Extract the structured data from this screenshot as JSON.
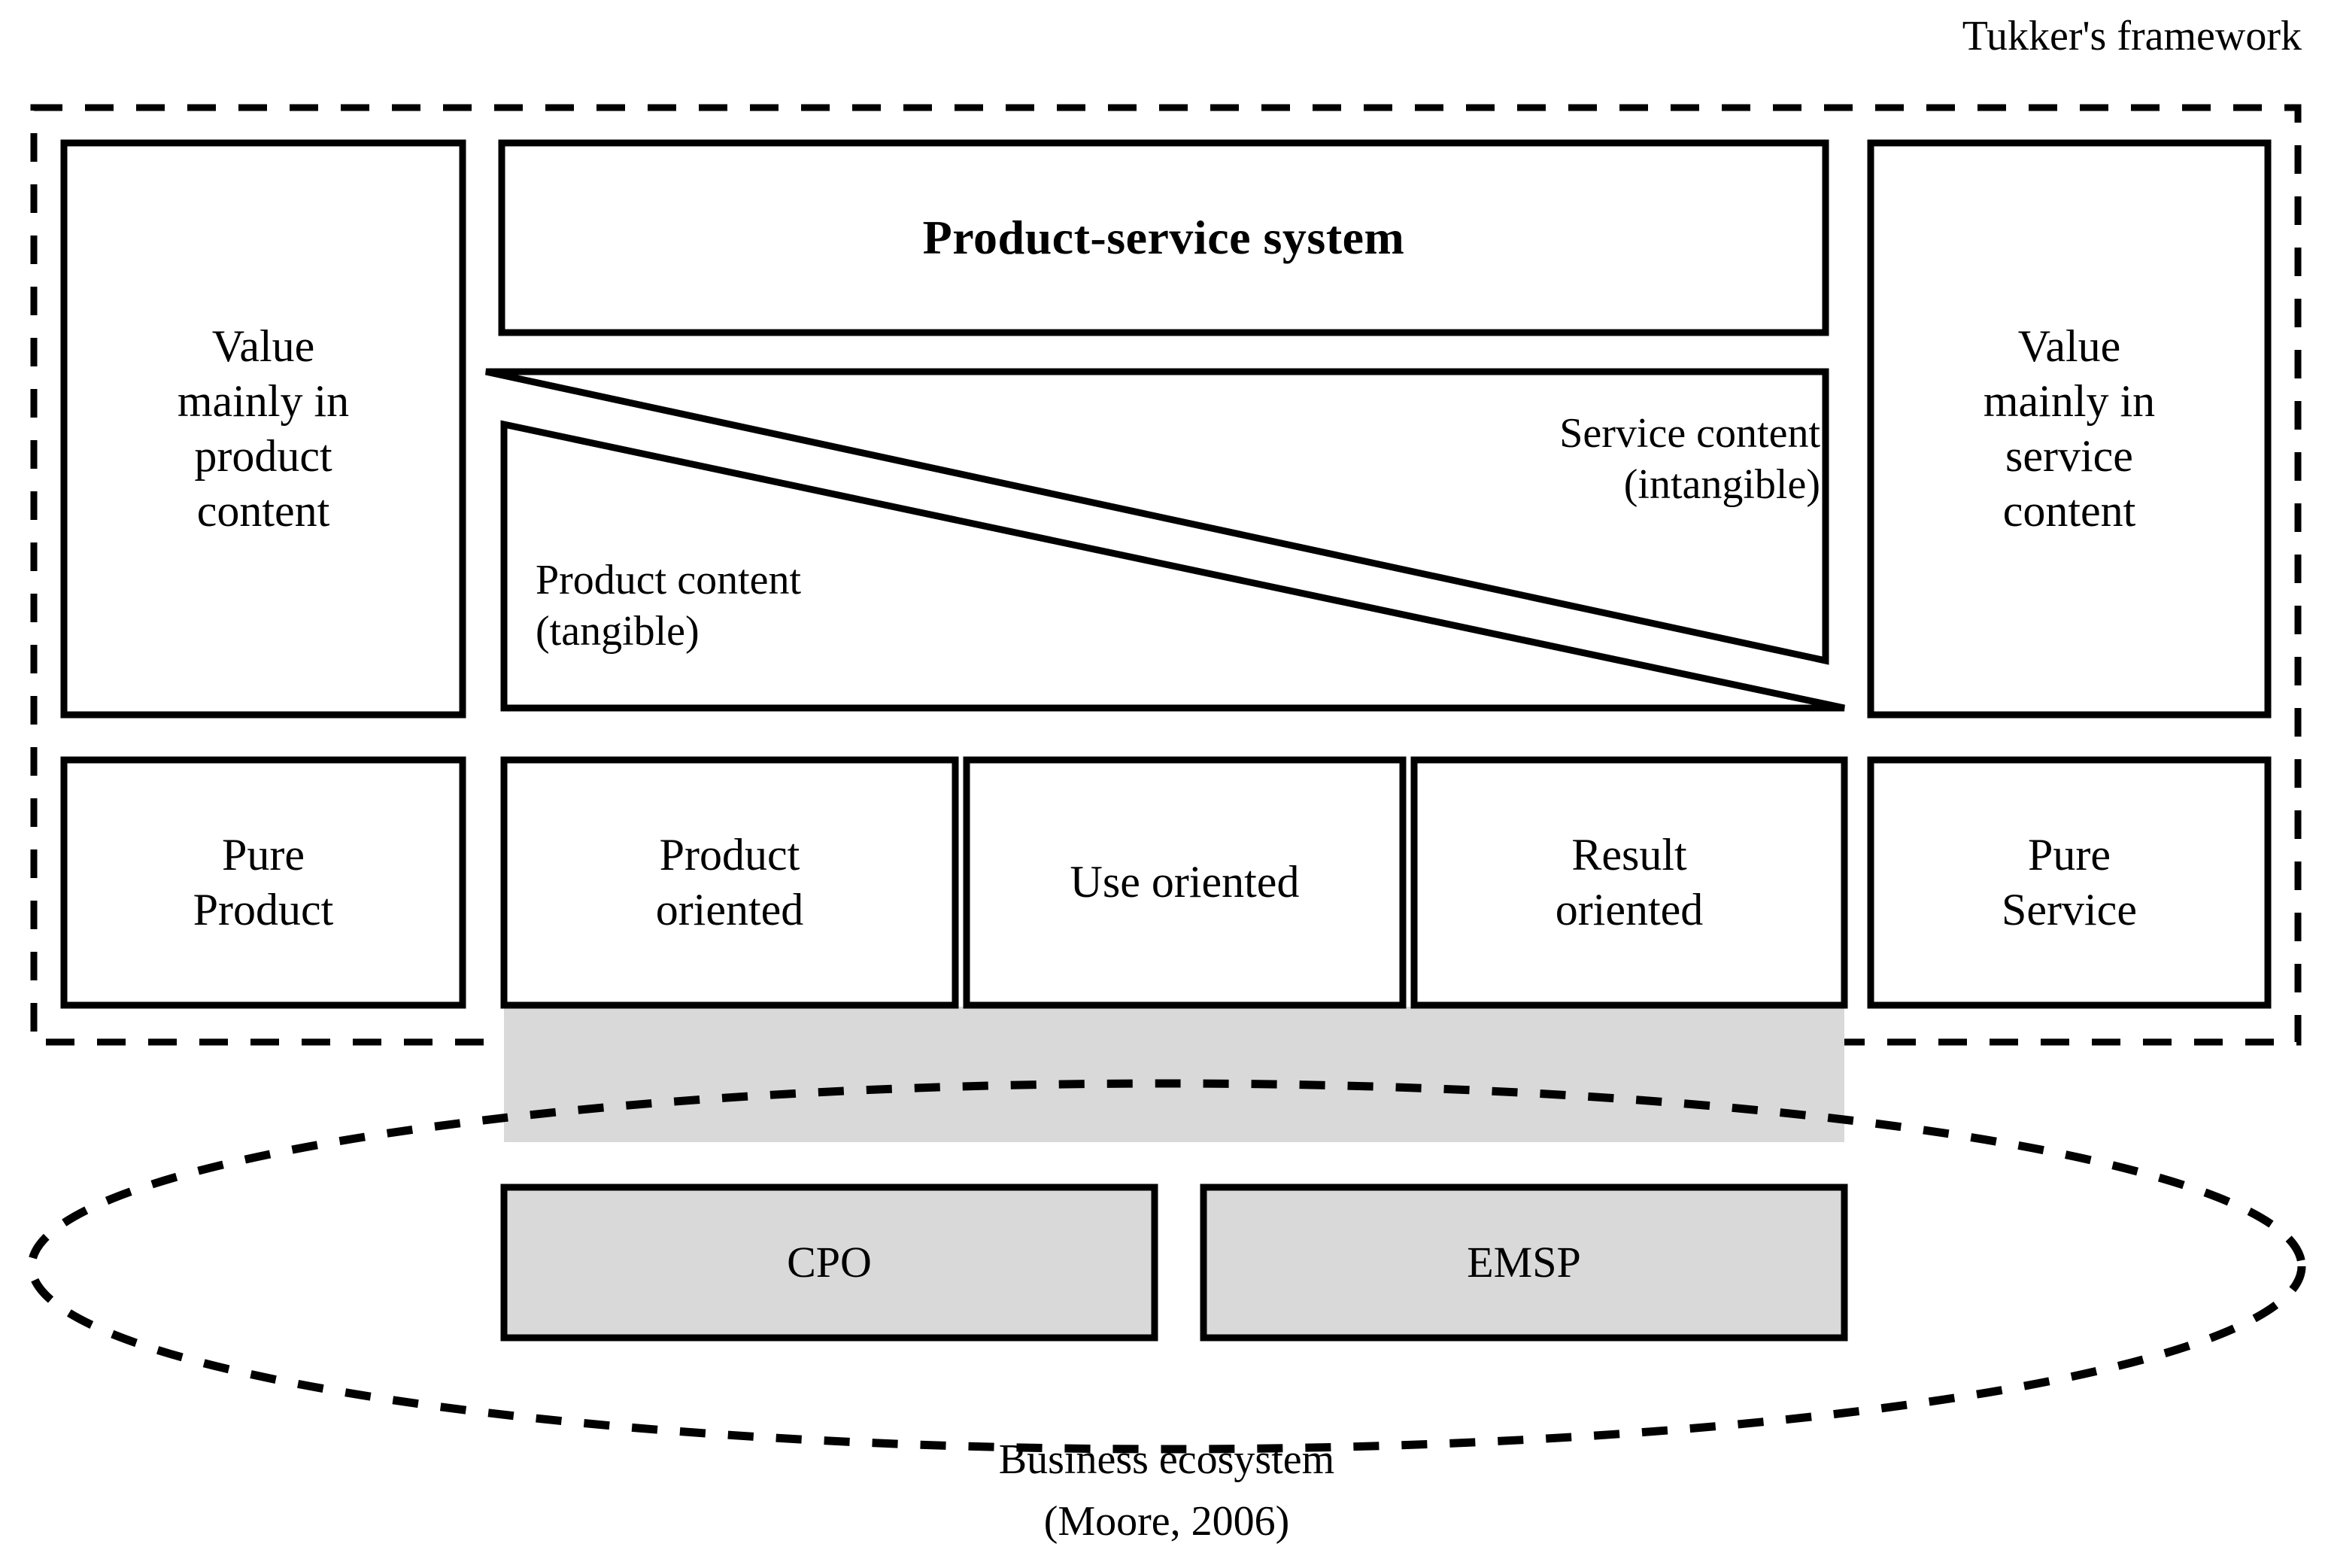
{
  "framework": {
    "tag_label": "Tukker's framework"
  },
  "pss": {
    "title": "Product-service system"
  },
  "columns": {
    "left_value": "Value\nmainly in\nproduct\ncontent",
    "right_value": "Value\nmainly in\nservice\ncontent"
  },
  "wedges": {
    "product": "Product content\n(tangible)",
    "service": "Service content\n(intangible)"
  },
  "spectrum": {
    "pure_product": "Pure\nProduct",
    "product_oriented": "Product\noriented",
    "use_oriented": "Use oriented",
    "result_oriented": "Result\noriented",
    "pure_service": "Pure\nService"
  },
  "ecosystem": {
    "actors": [
      {
        "label": "CPO"
      },
      {
        "label": "EMSP"
      }
    ],
    "caption_line1": "Business ecosystem",
    "caption_line2": "(Moore, 2006)"
  },
  "colors": {
    "stroke": "#000000",
    "fill_white": "#ffffff",
    "fill_gray": "#d9d9d9",
    "background": "#ffffff"
  }
}
